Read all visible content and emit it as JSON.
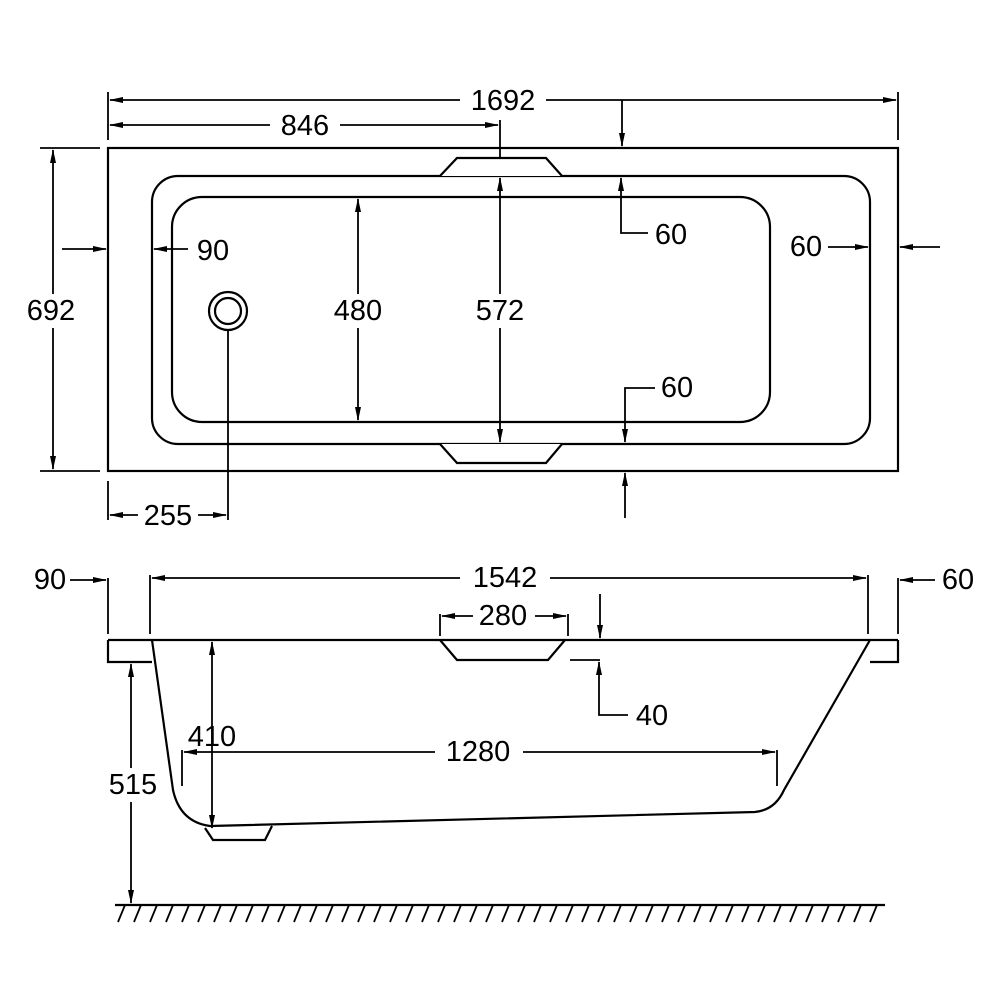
{
  "title": "Bathtub dimension drawing",
  "colors": {
    "line": "#000000",
    "background": "#ffffff"
  },
  "plan_view": {
    "overall_length": "1692",
    "half_length": "846",
    "overall_width": "692",
    "rim_left": "90",
    "rim_right": "60",
    "rim_top": "60",
    "rim_bottom": "60",
    "basin_width": "480",
    "inner_width": "572",
    "drain_offset": "255"
  },
  "side_view": {
    "rim_left": "90",
    "rim_right": "60",
    "inner_length": "1542",
    "headrest_width": "280",
    "headrest_depth": "40",
    "basin_depth": "410",
    "floor_length": "1280",
    "total_height": "515"
  }
}
